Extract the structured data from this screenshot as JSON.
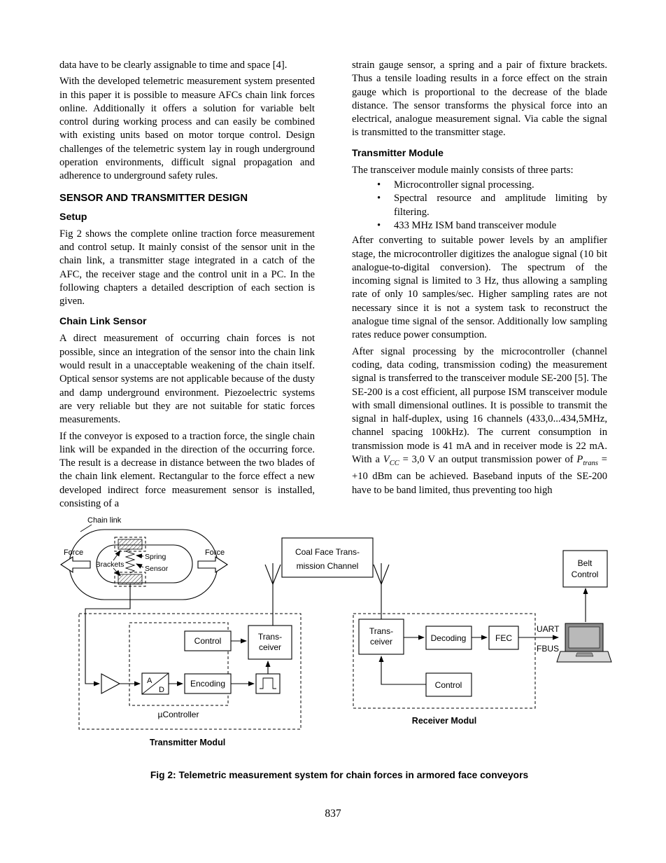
{
  "page": {
    "number": "837"
  },
  "left_column": {
    "para1": "data have to be clearly assignable to time and space [4].",
    "para2": "With the developed telemetric measurement system presented in this paper it is possible to measure AFCs chain link forces online. Additionally it offers a solution for variable belt control during working process and can easily be combined with existing units based on motor torque control. Design challenges of the telemetric system lay in rough underground operation environments, difficult signal propagation and adherence to underground safety rules.",
    "heading1": "SENSOR AND TRANSMITTER DESIGN",
    "heading2": "Setup",
    "para3": "Fig 2 shows the complete online traction force measurement and control setup. It mainly consist of the sensor unit in the chain link, a transmitter stage integrated in a catch of the AFC, the receiver stage and the control unit in a PC. In the following chapters a detailed description of each section is given.",
    "heading3": "Chain Link Sensor",
    "para4": "A direct measurement of occurring chain forces is not possible, since an integration of the sensor into the chain link would result in a unacceptable weakening of the chain itself. Optical sensor systems are not applicable because of the dusty and damp underground environment. Piezoelectric systems are very reliable but they are not suitable for static forces measurements.",
    "para5": "If the conveyor is exposed to a traction force, the single chain link will be expanded in the direction of the occurring force. The result is a decrease in distance between the two blades of the chain link element. Rectangular to the force effect a new developed indirect force measurement sensor is installed, consisting of a"
  },
  "right_column": {
    "para1": "strain gauge sensor, a spring and a pair of fixture brackets. Thus a tensile loading results in a force effect on the strain gauge which is proportional to the decrease of the blade distance. The sensor transforms the physical force into an electrical, analogue measurement signal. Via cable the signal is transmitted to the transmitter stage.",
    "heading1": "Transmitter Module",
    "para2": "The transceiver module mainly consists of three parts:",
    "bullets": [
      "Microcontroller signal processing.",
      "Spectral resource and amplitude limiting by filtering.",
      "433 MHz ISM band transceiver module"
    ],
    "para3": "After converting to suitable power levels by an amplifier stage, the microcontroller digitizes the analogue signal (10 bit analogue-to-digital conversion). The spectrum of the incoming signal is limited to 3 Hz, thus allowing a sampling rate of only 10 samples/sec. Higher sampling rates are not necessary since it is not a system task to reconstruct the analogue time signal of the sensor. Additionally low sampling rates reduce power consumption.",
    "para4": {
      "p1": "After signal processing by the microcontroller (channel coding, data coding, transmission coding) the measurement signal is transferred to the transceiver module SE-200 [5]. The SE-200 is a cost efficient, all purpose ISM transceiver module with small dimensional outlines. It is possible to transmit the signal in half-duplex, using 16 channels (433,0...434,5MHz, channel spacing 100kHz). The current consumption in transmission mode is 41 mA and in receiver mode is 22 mA. With a ",
      "v1": "V",
      "s1": "CC",
      "p2": " = 3,0 V an output transmission power of ",
      "v2": "P",
      "s2": "trans",
      "p3": " = +10 dBm can be achieved. Baseband inputs of the SE-200 have to be band limited, thus preventing too high"
    }
  },
  "figure": {
    "chain_link_label": "Chain link",
    "force_left": "Force",
    "force_right": "Force",
    "brackets_label": "Brackets",
    "spring_label": "Spring",
    "sensor_label": "Sensor",
    "coal_face_line1": "Coal Face Trans-",
    "coal_face_line2": "mission Channel",
    "belt_line1": "Belt",
    "belt_line2": "Control",
    "uart": "UART",
    "fbus": "FBUS",
    "transmitter": {
      "control": "Control",
      "transceiver_line1": "Trans-",
      "transceiver_line2": "ceiver",
      "ad_a": "A",
      "ad_d": "D",
      "encoding": "Encoding",
      "mcu": "µController",
      "label": "Transmitter Modul"
    },
    "receiver": {
      "transceiver_line1": "Trans-",
      "transceiver_line2": "ceiver",
      "decoding": "Decoding",
      "fec": "FEC",
      "control": "Control",
      "label": "Receiver Modul"
    },
    "caption": "Fig 2: Telemetric measurement system for chain forces in armored face conveyors"
  }
}
